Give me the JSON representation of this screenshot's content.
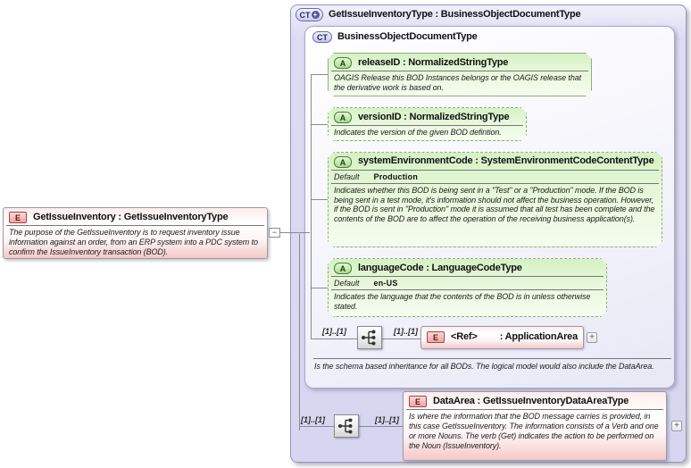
{
  "badges": {
    "element": "E",
    "complex_type": "CT",
    "attribute": "A"
  },
  "glyphs": {
    "collapse": "−",
    "expand": "+"
  },
  "root_element": {
    "title": "GetIssueInventory : GetIssueInventoryType",
    "description": "The purpose of the GetIssueInventory is to request inventory issue information against an order, from an ERP system into a PDC system to confirm the IssueInventory transaction (BOD)."
  },
  "outer": {
    "title": "GetIssueInventoryType : BusinessObjectDocumentType"
  },
  "base": {
    "title": "BusinessObjectDocumentType",
    "attributes": [
      {
        "title": "releaseID : NormalizedStringType",
        "description": "OAGIS Release this BOD Instances belongs or the OAGIS release that the derivative work is based on."
      },
      {
        "title": "versionID : NormalizedStringType",
        "description": "Indicates the version of the given BOD defintion."
      },
      {
        "title": "systemEnvironmentCode : SystemEnvironmentCodeContentType",
        "default_label": "Default",
        "default_value": "Production",
        "description": "Indicates whether this BOD is being sent in a \"Test\" or a \"Production\" mode. If the BOD is being sent in a test mode, it's information should not affect the business operation. However, if the BOD is sent in \"Production\" mode it is assumed that all test has been complete and the contents of the BOD are to affect the operation of the receiving business application(s)."
      },
      {
        "title": "languageCode : LanguageCodeType",
        "default_label": "Default",
        "default_value": "en-US",
        "description": "Indicates the language that the contents of the BOD is in unless otherwise stated."
      }
    ],
    "sequence": {
      "left_cardinality": "[1]..[1]",
      "right_cardinality": "[1]..[1]"
    },
    "ref_element": {
      "name": "<Ref>",
      "type": ": ApplicationArea"
    },
    "footer_note": "Is the schema based inheritance for all BODs. The logical model would also include the DataArea."
  },
  "data_area": {
    "sequence": {
      "left_cardinality": "[1]..[1]",
      "right_cardinality": "[1]..[1]"
    },
    "title": "DataArea : GetIssueInventoryDataAreaType",
    "description": "Is where the information that the BOD message carries is provided, in this case GetIssueInventory. The information consists of a Verb and one or more Nouns. The verb (Get) indicates the action to be performed on the Noun (IssueInventory)."
  }
}
